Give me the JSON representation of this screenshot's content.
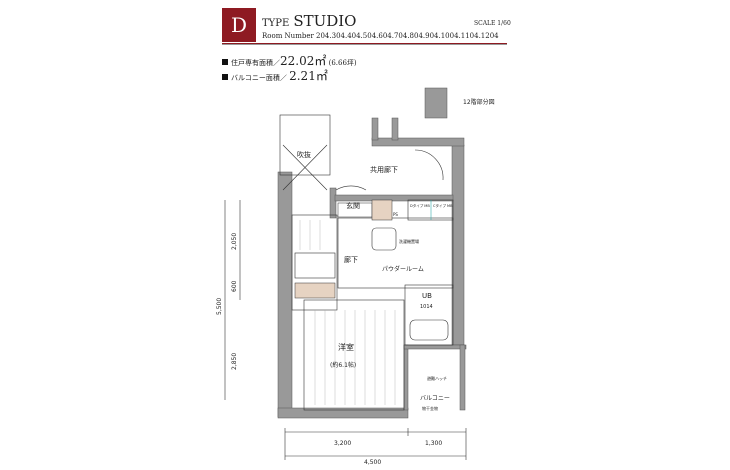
{
  "header": {
    "type_letter": "D",
    "type_prefix": "TYPE",
    "type_name": "STUDIO",
    "scale": "SCALE 1/60",
    "room_numbers": "Room Number 204.304.404.504.604.704.804.904.1004.1104.1204"
  },
  "areas": {
    "unit_label": "住戸専有面積／",
    "unit_value": "22.02㎡",
    "unit_tsubo": "(6.66坪)",
    "balcony_label": "バルコニー面積／",
    "balcony_value": "2.21㎡"
  },
  "plan": {
    "detail_label": "12階部分図",
    "void": "吹抜",
    "corridor": "共用廊下",
    "entrance": "玄関",
    "hall": "廊下",
    "ps": "PS",
    "mb_d": "Dタイプ MB",
    "mb_c": "Cタイプ MB",
    "washer": "洗濯機置場",
    "powder": "パウダールーム",
    "ub": "UB",
    "ub_size": "1014",
    "room": "洋室",
    "room_size": "(約6.1帖)",
    "balcony": "バルコニー",
    "hatch": "避難ハッチ",
    "handrail": "物干金物",
    "dims": {
      "w1": "3,200",
      "w2": "1,300",
      "total_w": "4,500",
      "h1": "2,050",
      "h2": "600",
      "h3": "2,850",
      "total_h": "5,500"
    }
  }
}
